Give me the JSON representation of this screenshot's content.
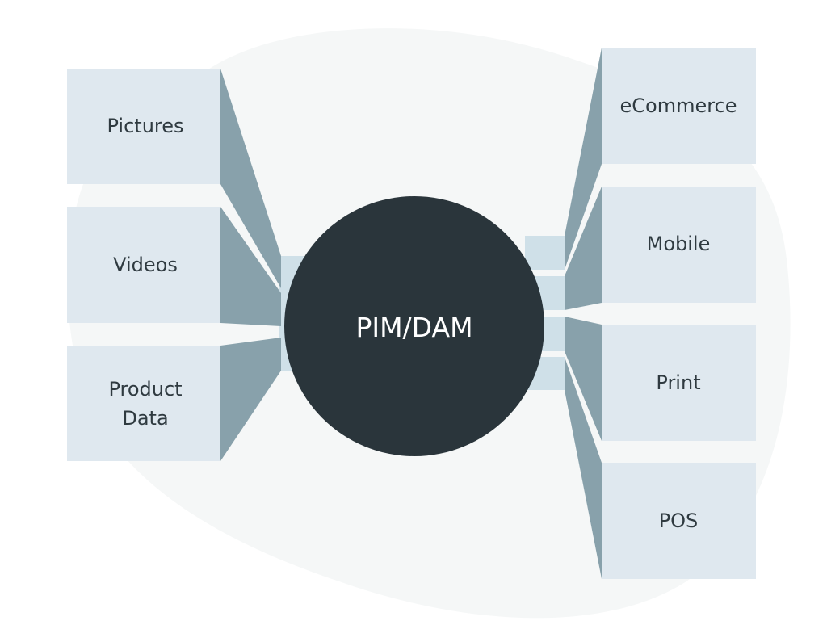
{
  "center": {
    "label": "PIM/DAM"
  },
  "inputs": [
    {
      "label": "Pictures"
    },
    {
      "label": "Videos"
    },
    {
      "label_line1": "Product",
      "label_line2": "Data"
    }
  ],
  "outputs": [
    {
      "label": "eCommerce"
    },
    {
      "label": "Mobile"
    },
    {
      "label": "Print"
    },
    {
      "label": "POS"
    }
  ],
  "colors": {
    "background_blob": "#f5f7f7",
    "box": "#dfe8ef",
    "connector": "#88a1ab",
    "strip": "#cfe0e8",
    "center": "#2a353b"
  }
}
